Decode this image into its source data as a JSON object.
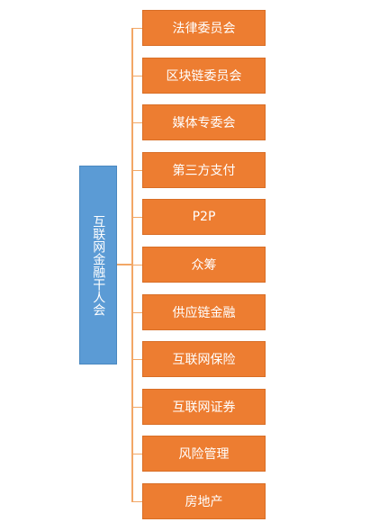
{
  "diagram": {
    "root": {
      "label": "互联网金融干人会"
    },
    "children": [
      {
        "label": "法律委员会"
      },
      {
        "label": "区块链委员会"
      },
      {
        "label": "媒体专委会"
      },
      {
        "label": "第三方支付"
      },
      {
        "label": "P2P"
      },
      {
        "label": "众筹"
      },
      {
        "label": "供应链金融"
      },
      {
        "label": "互联网保险"
      },
      {
        "label": "互联网证券"
      },
      {
        "label": "风险管理"
      },
      {
        "label": "房地产"
      }
    ],
    "colors": {
      "root_fill": "#5b9bd5",
      "child_fill": "#ed7d31",
      "connector": "#f2a766",
      "text": "#ffffff"
    }
  }
}
